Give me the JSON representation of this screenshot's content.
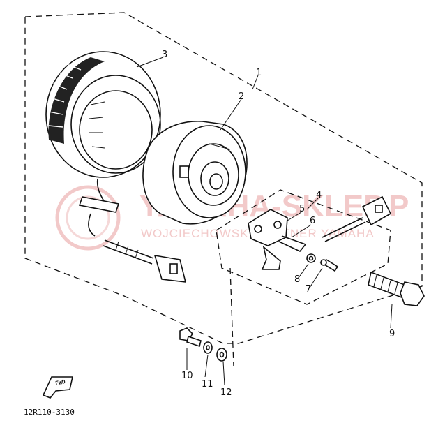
{
  "watermark": {
    "brand": "YAMAHA-SKLEP.P",
    "subtitle": "WOJCIECHOWSKI PARTNER YAMAHA"
  },
  "callouts": {
    "p1": "1",
    "p2": "2",
    "p3": "3",
    "p4": "4",
    "p5": "5",
    "p6": "6",
    "p7": "7",
    "p8": "8",
    "p9": "9",
    "p10": "10",
    "p11": "11",
    "p12": "12"
  },
  "fwd_label": "FWD",
  "diagram_code": "12R110-3130"
}
